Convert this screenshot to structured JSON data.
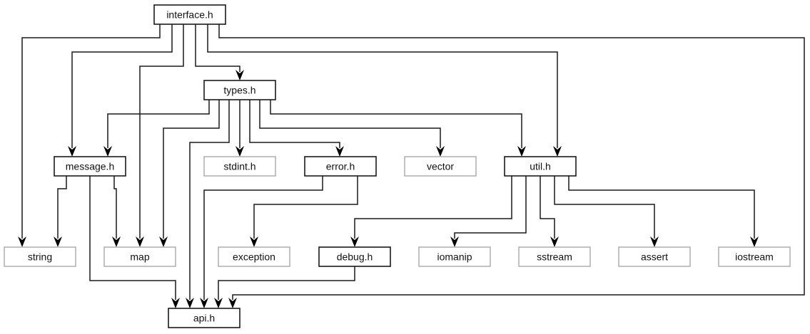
{
  "diagram": {
    "title": "Header include dependency graph",
    "colors": {
      "internal_border": "#1a1a1a",
      "external_border": "#a8a8a8",
      "edge": "#1a1a1a",
      "background": "#ffffff"
    },
    "nodes": [
      {
        "id": "interface",
        "label": "interface.h",
        "kind": "internal"
      },
      {
        "id": "types",
        "label": "types.h",
        "kind": "internal"
      },
      {
        "id": "message",
        "label": "message.h",
        "kind": "internal"
      },
      {
        "id": "stdint",
        "label": "stdint.h",
        "kind": "external"
      },
      {
        "id": "error",
        "label": "error.h",
        "kind": "internal"
      },
      {
        "id": "vector",
        "label": "vector",
        "kind": "external"
      },
      {
        "id": "util",
        "label": "util.h",
        "kind": "internal"
      },
      {
        "id": "string",
        "label": "string",
        "kind": "external"
      },
      {
        "id": "map",
        "label": "map",
        "kind": "external"
      },
      {
        "id": "exception",
        "label": "exception",
        "kind": "external"
      },
      {
        "id": "debug",
        "label": "debug.h",
        "kind": "internal"
      },
      {
        "id": "iomanip",
        "label": "iomanip",
        "kind": "external"
      },
      {
        "id": "sstream",
        "label": "sstream",
        "kind": "external"
      },
      {
        "id": "assert",
        "label": "assert",
        "kind": "external"
      },
      {
        "id": "iostream",
        "label": "iostream",
        "kind": "external"
      },
      {
        "id": "api",
        "label": "api.h",
        "kind": "internal"
      }
    ],
    "edges": [
      {
        "from": "interface",
        "to": "string"
      },
      {
        "from": "interface",
        "to": "message"
      },
      {
        "from": "interface",
        "to": "map"
      },
      {
        "from": "interface",
        "to": "types"
      },
      {
        "from": "interface",
        "to": "util"
      },
      {
        "from": "interface",
        "to": "api"
      },
      {
        "from": "types",
        "to": "message"
      },
      {
        "from": "types",
        "to": "map"
      },
      {
        "from": "types",
        "to": "api"
      },
      {
        "from": "types",
        "to": "stdint"
      },
      {
        "from": "types",
        "to": "error"
      },
      {
        "from": "types",
        "to": "vector"
      },
      {
        "from": "types",
        "to": "util"
      },
      {
        "from": "message",
        "to": "string"
      },
      {
        "from": "message",
        "to": "api"
      },
      {
        "from": "message",
        "to": "map"
      },
      {
        "from": "error",
        "to": "api"
      },
      {
        "from": "error",
        "to": "exception"
      },
      {
        "from": "debug",
        "to": "api"
      },
      {
        "from": "util",
        "to": "debug"
      },
      {
        "from": "util",
        "to": "iomanip"
      },
      {
        "from": "util",
        "to": "sstream"
      },
      {
        "from": "util",
        "to": "assert"
      },
      {
        "from": "util",
        "to": "iostream"
      }
    ]
  }
}
